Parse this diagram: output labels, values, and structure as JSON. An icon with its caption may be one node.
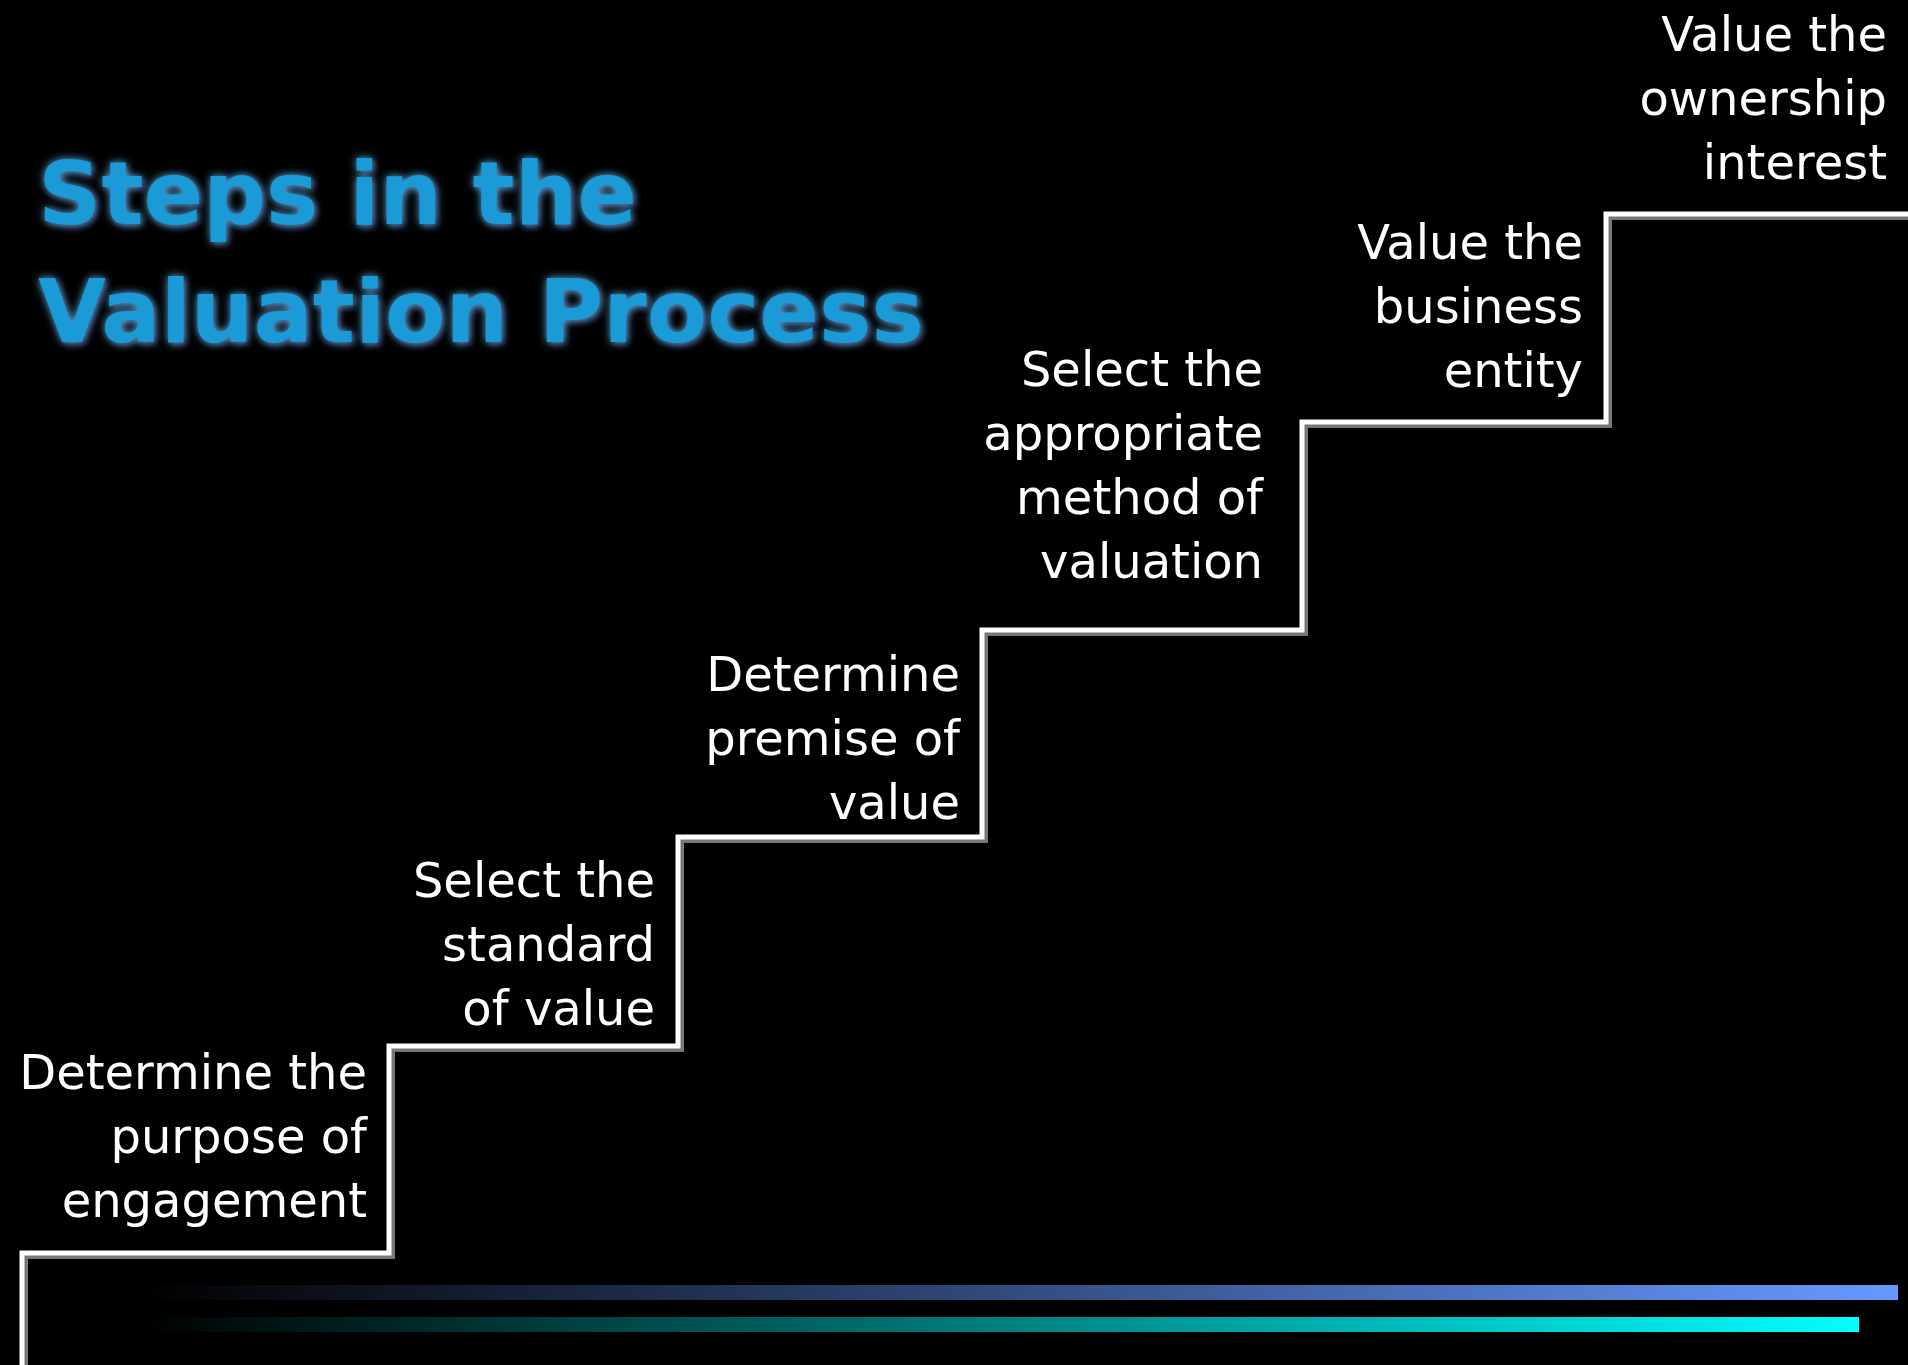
{
  "diagram": {
    "title": "Steps in the Valuation Process",
    "labels": [
      "Determine the purpose of engagement",
      "Select the standard of value",
      "Determine premise of value",
      "Select the appropriate method of valuation",
      "Value the business entity",
      "Value the ownership interest"
    ]
  }
}
